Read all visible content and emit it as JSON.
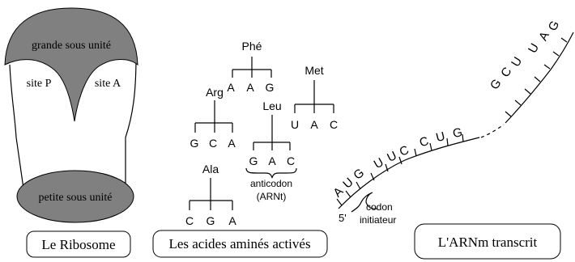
{
  "ribosome": {
    "large_subunit": "grande sous unité",
    "site_p": "site P",
    "site_a": "site A",
    "small_subunit": "petite sous unité",
    "caption": "Le Ribosome",
    "subunit_color": "#808080"
  },
  "amino_acids": {
    "caption": "Les acides aminés activés",
    "phe": {
      "name": "Phé",
      "anticodon": [
        "A",
        "A",
        "G"
      ]
    },
    "arg": {
      "name": "Arg",
      "anticodon": [
        "G",
        "C",
        "A"
      ]
    },
    "met": {
      "name": "Met",
      "anticodon": [
        "U",
        "A",
        "C"
      ]
    },
    "leu": {
      "name": "Leu",
      "anticodon": [
        "G",
        "A",
        "C"
      ]
    },
    "ala": {
      "name": "Ala",
      "anticodon": [
        "C",
        "G",
        "A"
      ]
    },
    "anticodon_label": "anticodon",
    "arnt_label": "(ARNt)"
  },
  "mrna": {
    "caption": "L'ARNm transcrit",
    "five_prime": "5'",
    "codon_label": "codon",
    "initiator_label": "initiateur",
    "start_bases": [
      "A",
      "U",
      "G",
      "U",
      "U",
      "C",
      "C",
      "U",
      "G"
    ],
    "end_bases": [
      "G",
      "C",
      "U",
      "U",
      "A",
      "G"
    ]
  }
}
